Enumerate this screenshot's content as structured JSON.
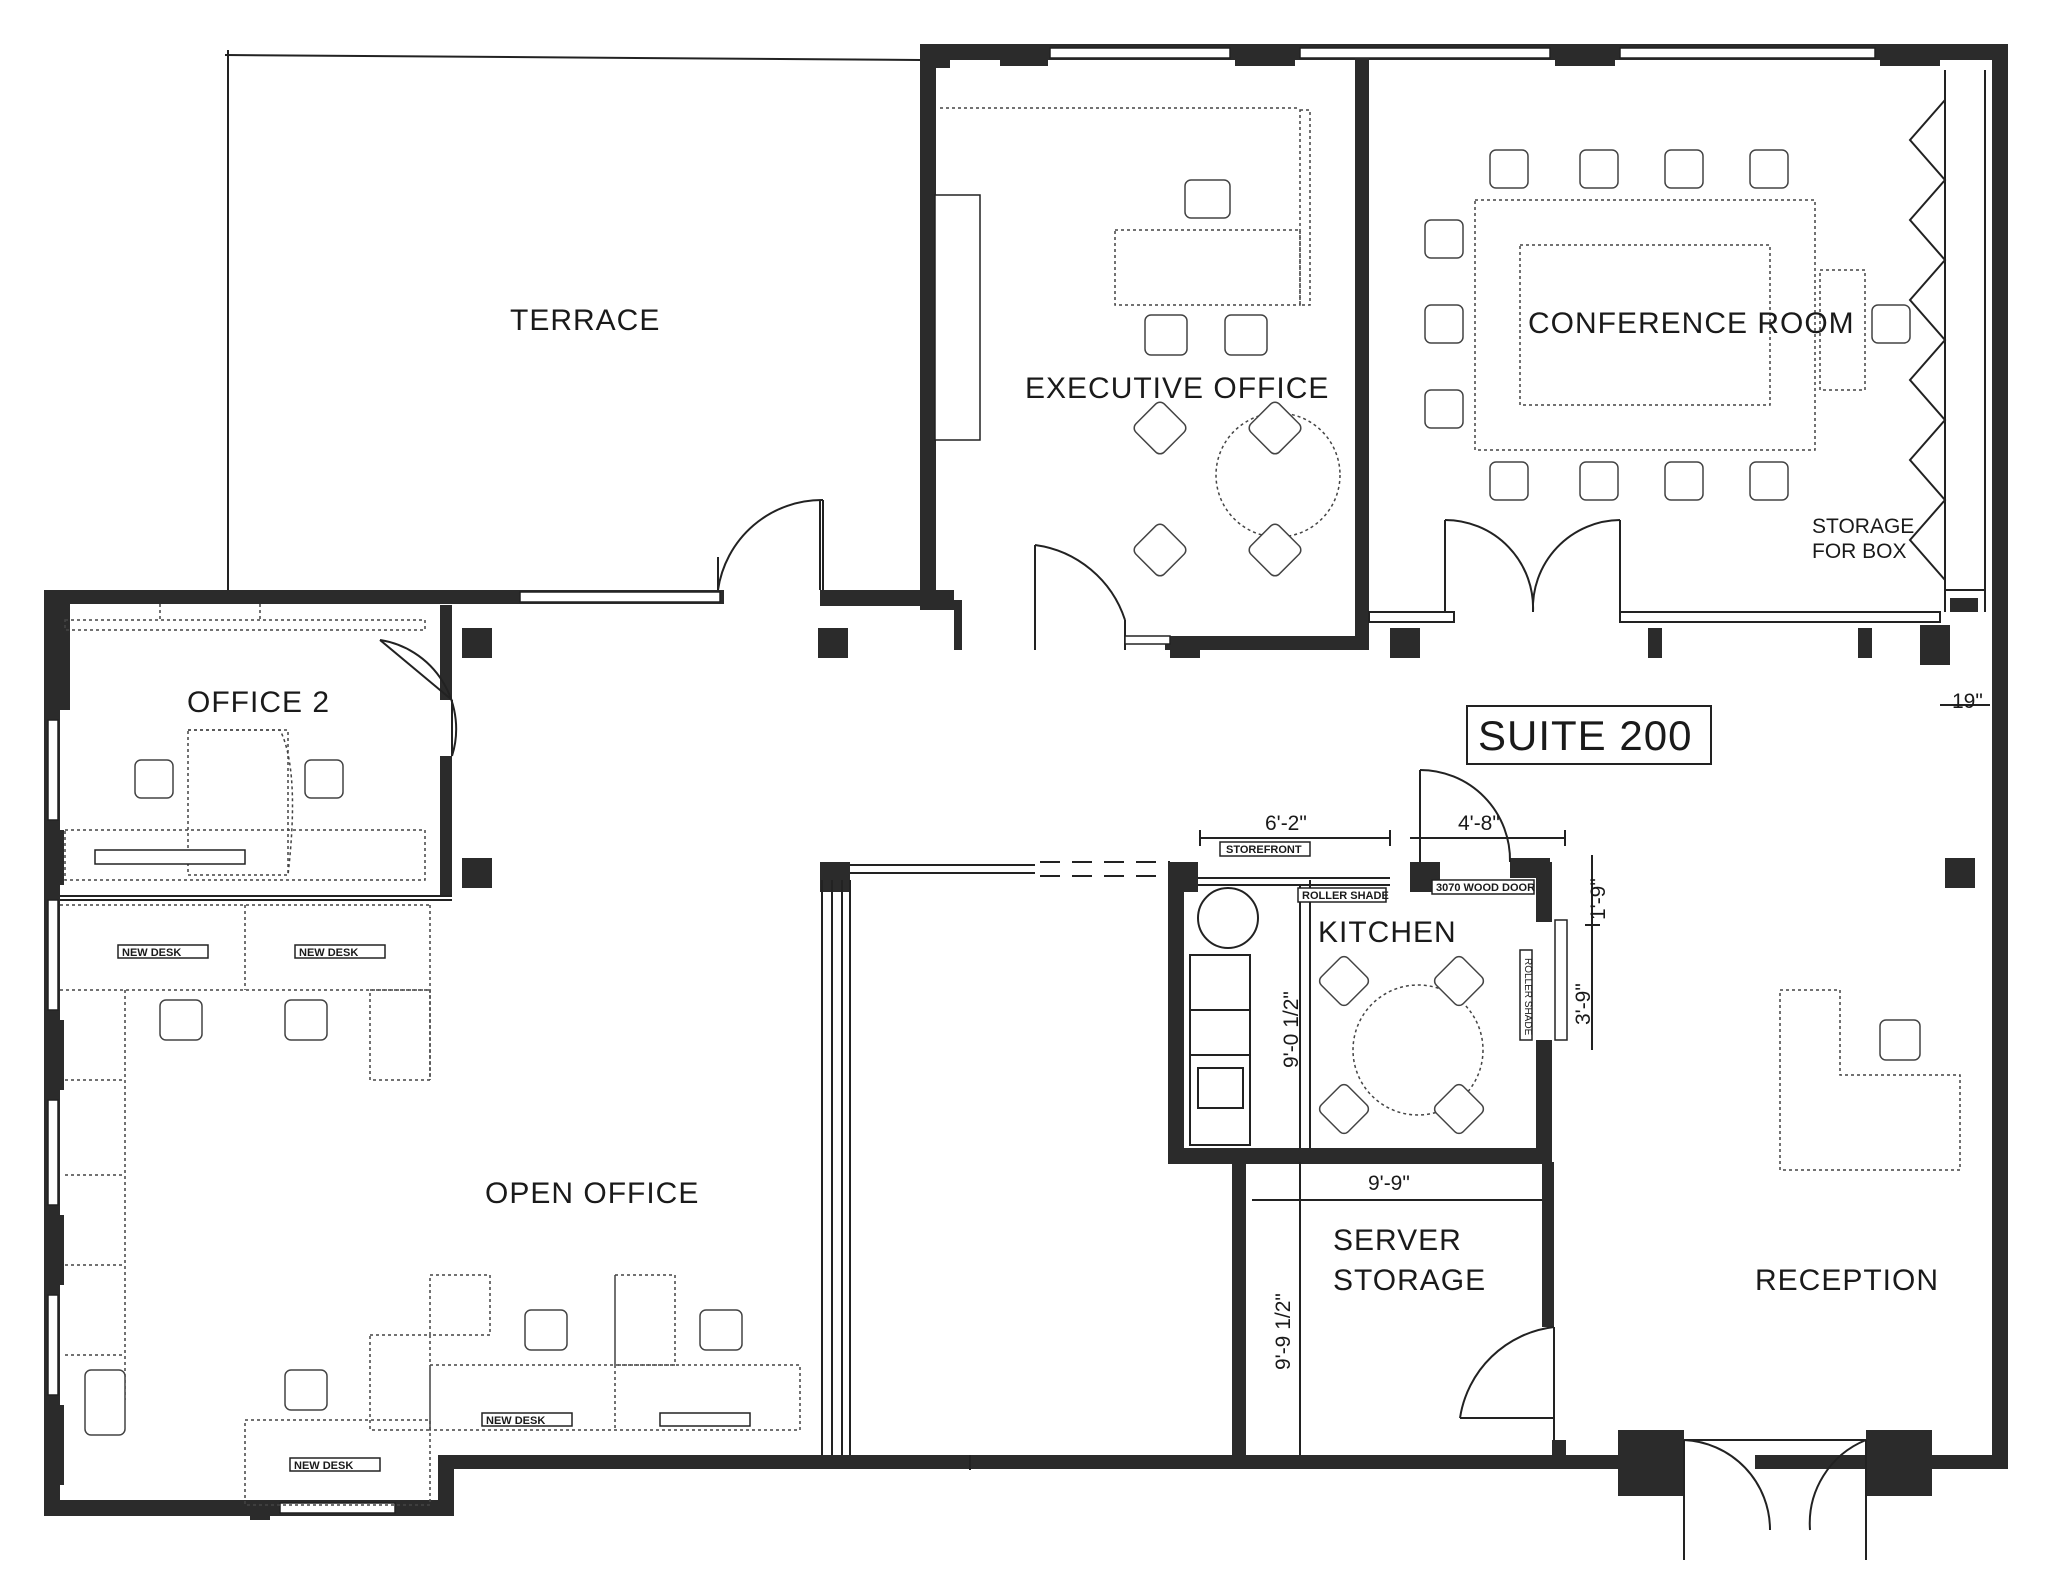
{
  "rooms": {
    "terrace": "TERRACE",
    "executive_office": "EXECUTIVE OFFICE",
    "conference_room": "CONFERENCE ROOM",
    "office_2": "OFFICE 2",
    "open_office": "OPEN OFFICE",
    "kitchen": "KITCHEN",
    "server_storage_line1": "SERVER",
    "server_storage_line2": "STORAGE",
    "reception": "RECEPTION"
  },
  "suite": "SUITE 200",
  "storage_note": {
    "line1": "STORAGE",
    "line2": "FOR BOX"
  },
  "dimensions": {
    "storefront_width": "6'-2\"",
    "door_width": "4'-8\"",
    "wall_19": "19\"",
    "kitchen_height": "9'-0 1/2\"",
    "server_width": "9'-9\"",
    "server_height": "9'-9 1/2\"",
    "right_upper": "1'-9\"",
    "right_lower": "3'-9\""
  },
  "tags": {
    "storefront": "STOREFRONT",
    "roller_shade_top": "ROLLER SHADE",
    "wood_door": "3070 WOOD DOOR",
    "roller_shade_side": "ROLLER SHADE",
    "new_desk_1": "NEW DESK",
    "new_desk_2": "NEW DESK",
    "new_desk_3": "NEW DESK",
    "new_desk_4": "NEW DESK"
  }
}
